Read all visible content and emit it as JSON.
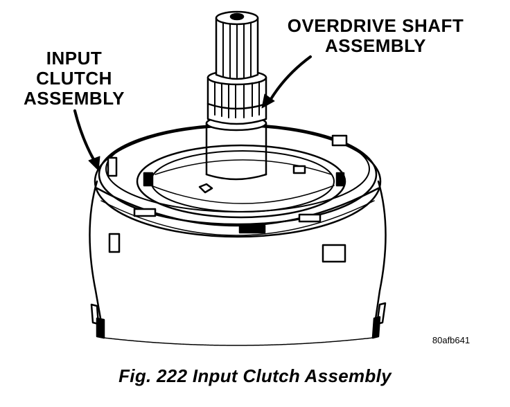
{
  "labels": {
    "overdrive_shaft_line1": "OVERDRIVE SHAFT",
    "overdrive_shaft_line2": "ASSEMBLY",
    "input_clutch_line1": "INPUT",
    "input_clutch_line2": "CLUTCH",
    "input_clutch_line3": "ASSEMBLY"
  },
  "diagram_id": "80afb641",
  "caption": "Fig. 222 Input Clutch Assembly",
  "colors": {
    "ink": "#000000",
    "paper": "#ffffff"
  }
}
